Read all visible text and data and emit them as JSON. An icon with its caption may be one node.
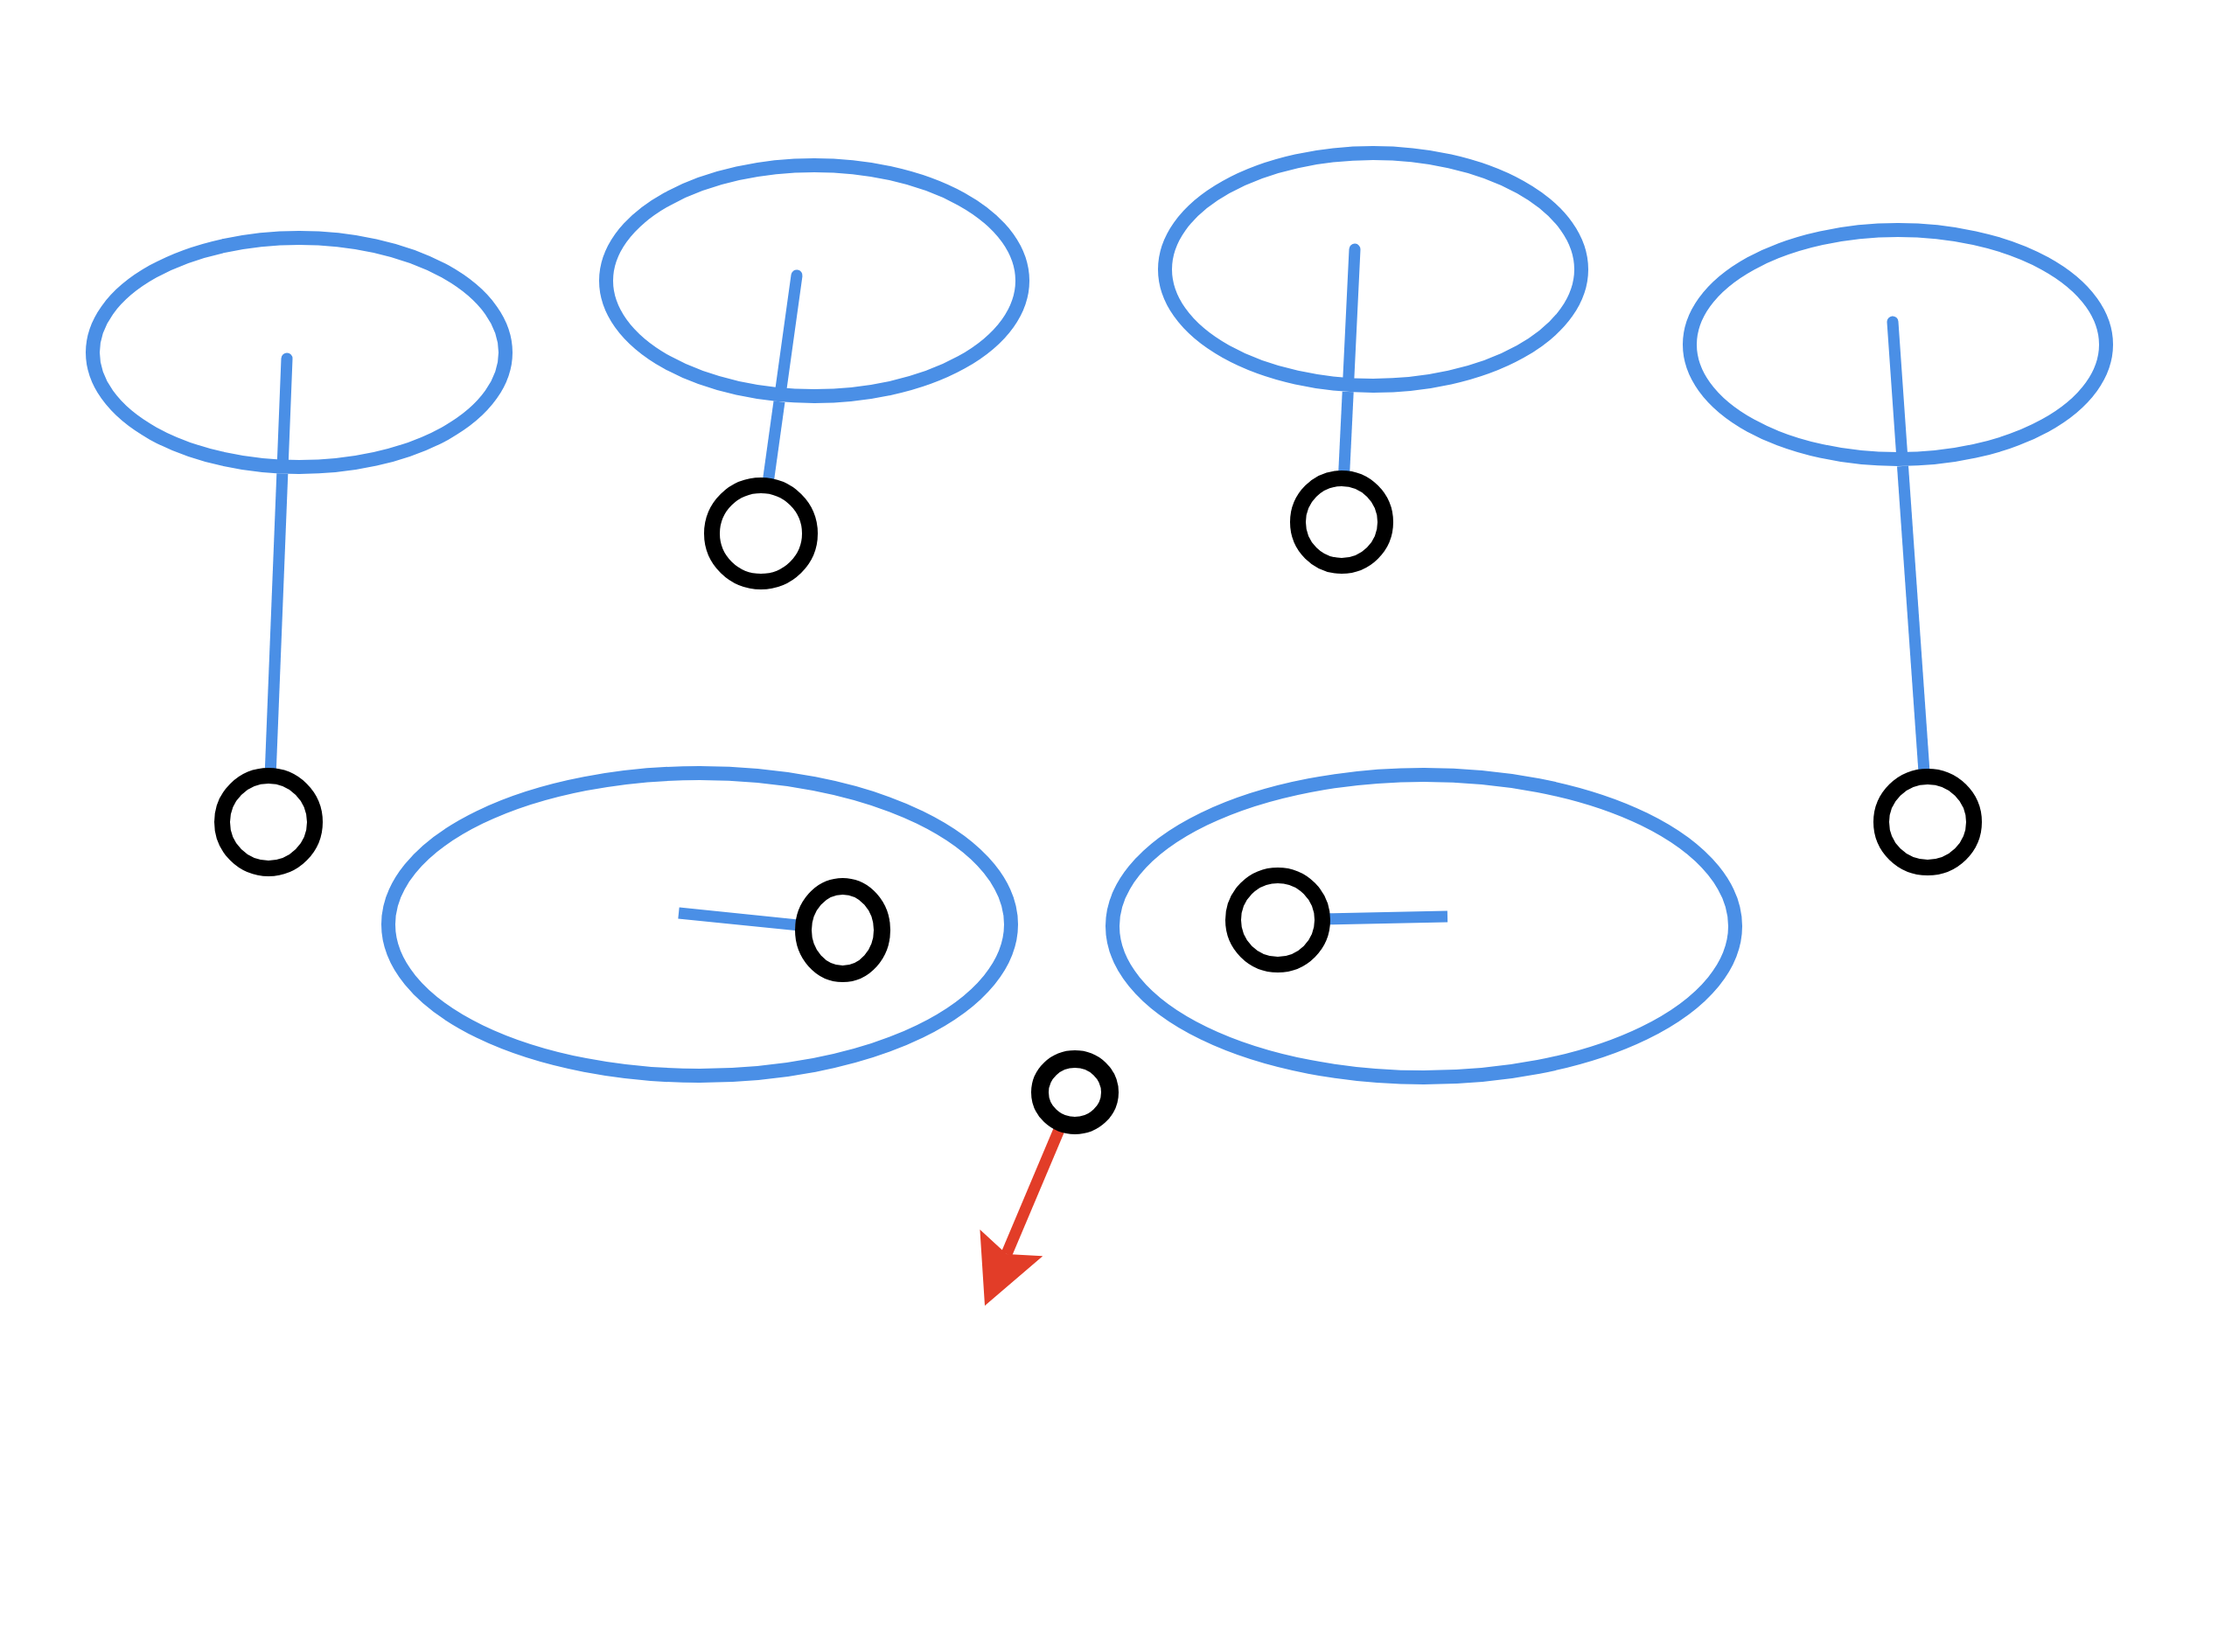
{
  "diagram": {
    "nodes": [
      {
        "text": [],
        "shape": "ellipse"
      },
      {
        "text": [],
        "shape": "ellipse"
      },
      {
        "text": [],
        "shape": "ellipse"
      },
      {
        "text": [],
        "shape": "ellipse"
      },
      {
        "text": [],
        "shape": "circle"
      },
      {
        "text": [],
        "shape": "circle"
      },
      {
        "text": [],
        "shape": "circle"
      },
      {
        "text": [],
        "shape": "circle"
      },
      {
        "text": [],
        "shape": "ellipse"
      },
      {
        "text": [],
        "shape": "circle",
        "in": 8
      },
      {
        "text": [],
        "shape": "ellipse"
      },
      {
        "text": [],
        "shape": "circle",
        "in": 10
      },
      {
        "text": [],
        "shape": "circle"
      }
    ],
    "edges": [
      {
        "from": 0,
        "to": 4,
        "arrow": "none"
      },
      {
        "from": 1,
        "to": 5,
        "arrow": "none"
      },
      {
        "from": 2,
        "to": 6,
        "arrow": "none"
      },
      {
        "from": 3,
        "to": 7,
        "arrow": "none"
      },
      {
        "from": null,
        "to": 9,
        "arrow": "none"
      },
      {
        "from": null,
        "to": 11,
        "arrow": "none"
      },
      {
        "from": 12,
        "to": null,
        "arrow": "to",
        "color": "#e23d28"
      }
    ]
  }
}
